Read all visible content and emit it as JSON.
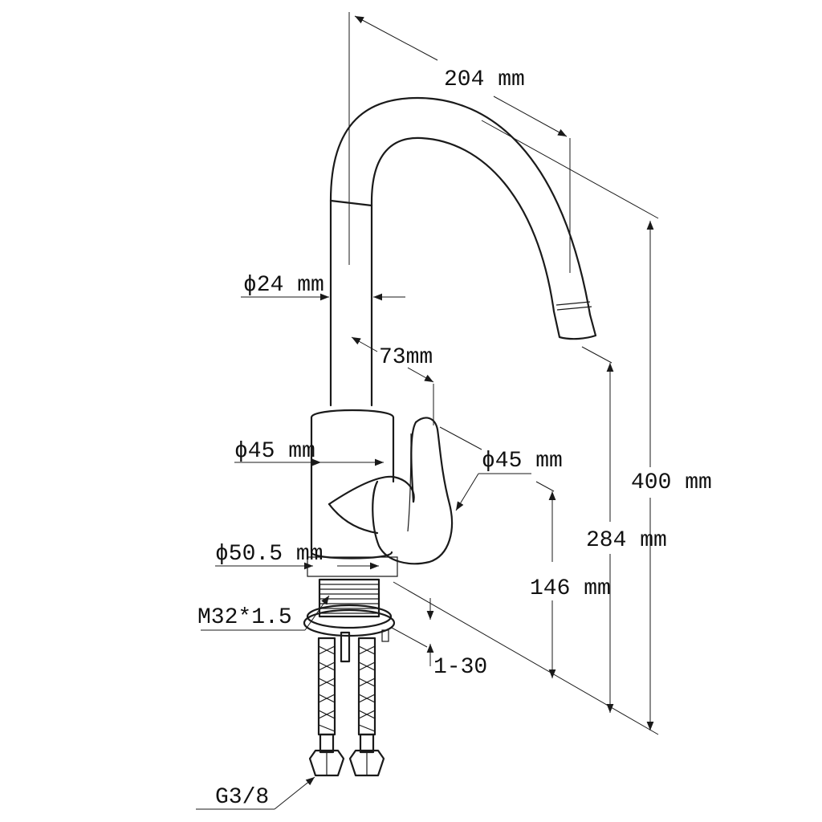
{
  "labels": {
    "reach": "204 mm",
    "spout_dia": "ϕ24 mm",
    "handle_len": "73mm",
    "body_dia": "ϕ45 mm",
    "handle_dia": "ϕ45 mm",
    "total_height": "400 mm",
    "outlet_height": "284 mm",
    "body_height": "146 mm",
    "base_dia": "ϕ50.5 mm",
    "thread": "M32*1.5",
    "deck_thickness": "1-30",
    "hose_connector": "G3/8"
  }
}
